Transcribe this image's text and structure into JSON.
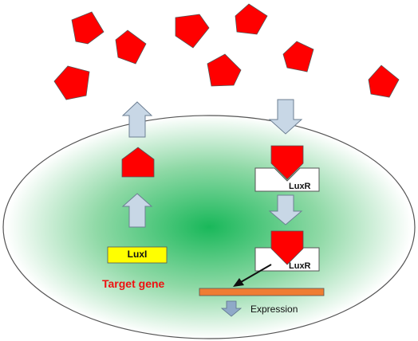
{
  "labels": {
    "luxi": "LuxI",
    "luxr_top": "LuxR",
    "luxr_bottom": "LuxR",
    "target_gene": "Target gene",
    "expression": "Expression"
  },
  "colors": {
    "signal": "#ff0000",
    "arrow_fill": "#c8d7e6",
    "arrow_stroke": "#6d7f93",
    "cell_center": "#19b85a",
    "cell_edge": "#ffffff",
    "luxi_box": "#ffff00",
    "gene_bar": "#ef7d33",
    "target_text": "#ee1111",
    "expression_arrow": "#8fa9c8"
  },
  "icons": {
    "signal": "signal-molecule-icon",
    "transport_arrow": "transport-arrow-icon",
    "receptor": "luxr-receptor-icon"
  }
}
